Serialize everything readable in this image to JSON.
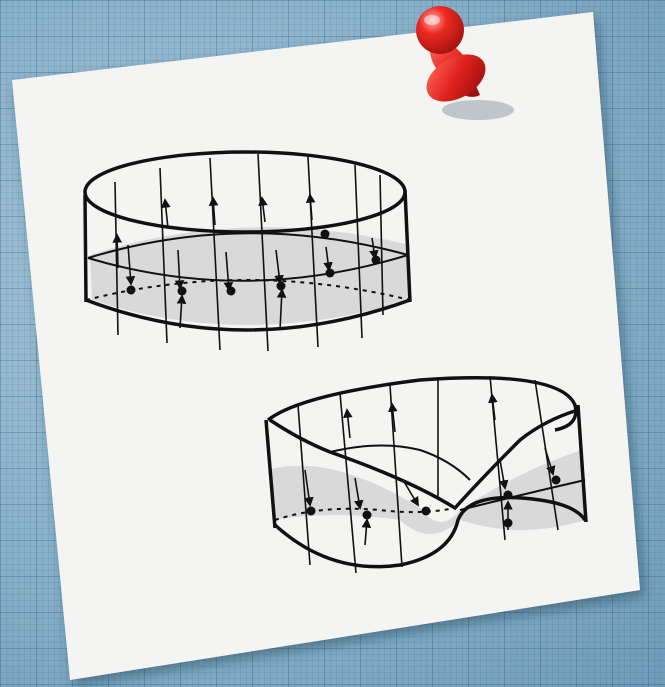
{
  "scene": {
    "background": "grid-paper",
    "note": "white-paper-note",
    "pin": "red-pushpin-icon",
    "colors": {
      "pin": "#e0201c",
      "paper": "#f4f4f2",
      "ink": "#111111",
      "background": "#8fb6cf",
      "shade": "#d9d9d9"
    }
  },
  "figures": [
    {
      "name": "cylinder-band",
      "description_labels": []
    },
    {
      "name": "mobius-band",
      "description_labels": []
    }
  ]
}
